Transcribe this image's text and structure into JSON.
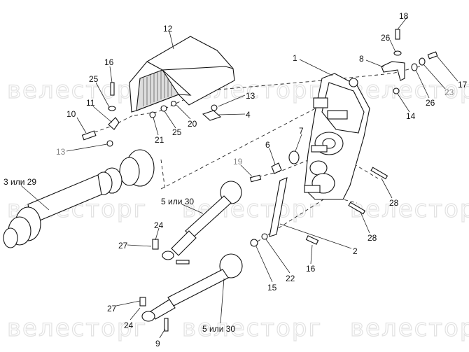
{
  "watermark": "велесторг",
  "callouts": {
    "guard": "12",
    "bolt_16_top": "16",
    "washer_25_left": "25",
    "bracket_11": "11",
    "bolt_10": "10",
    "nut_13_left": "13",
    "washer_21": "21",
    "washer_25_mid": "25",
    "nut_20": "20",
    "nut_13_right": "13",
    "bracket_4": "4",
    "gearbox_1": "1",
    "bolt_18": "18",
    "washer_26_top": "26",
    "bracket_8": "8",
    "bolt_17": "17",
    "washer_23": "23",
    "washer_26_right": "26",
    "nut_14": "14",
    "washer_7": "7",
    "plate_6": "6",
    "bolt_19": "19",
    "pto_shaft": "3 или 29",
    "pin_28_top": "28",
    "driveshaft_upper": "5 или 30",
    "pin_24_upper": "24",
    "clip_27_upper": "27",
    "pin_28_bottom": "28",
    "strap_2": "2",
    "bolt_16_bottom": "16",
    "nut_15": "15",
    "washer_22": "22",
    "clip_27_lower": "27",
    "pin_24_lower": "24",
    "bolt_9": "9",
    "driveshaft_lower": "5 или 30"
  }
}
